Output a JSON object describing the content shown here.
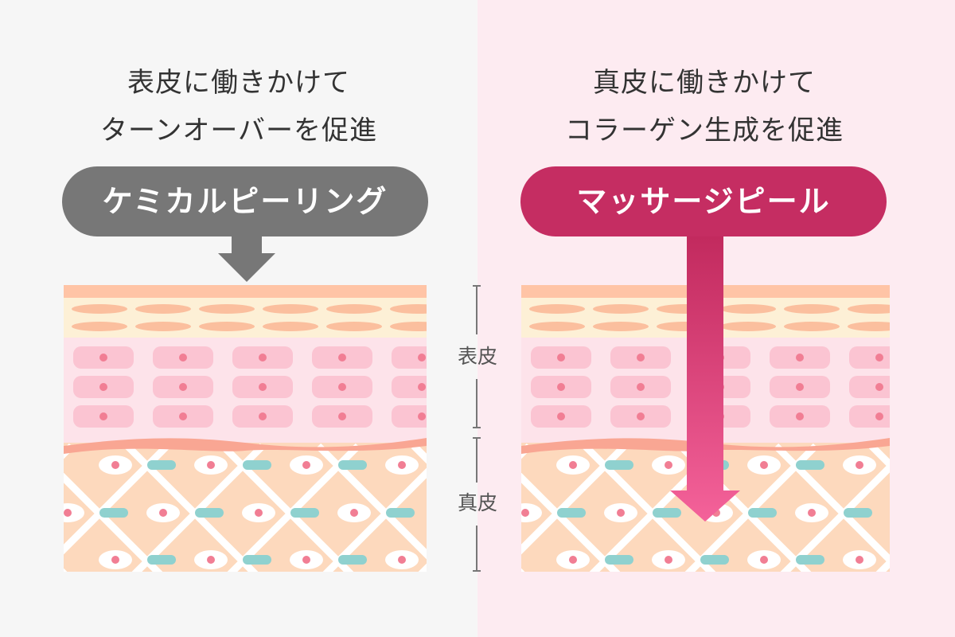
{
  "left": {
    "caption_line1": "表皮に働きかけて",
    "caption_line2": "ターンオーバーを促進",
    "method_label": "ケミカルピーリング",
    "method_color": "#777777"
  },
  "right": {
    "caption_line1": "真皮に働きかけて",
    "caption_line2": "コラーゲン生成を促進",
    "method_label": "マッサージピール",
    "method_color": "#c52d62"
  },
  "scale": {
    "epidermis_label": "表皮",
    "dermis_label": "真皮"
  },
  "colors": {
    "left_bg": "#f6f6f6",
    "right_bg": "#fdebf1",
    "skin_top": "#ffc4a6",
    "cream_layer": "#fdf0d6",
    "flat_cell": "#fbbf9e",
    "pink_layer": "#fde3ea",
    "pink_cell": "#fbc4d2",
    "nucleus": "#f17e94",
    "basement": "#f9a693",
    "dermis": "#fdd9bd",
    "fiber": "#ffffff",
    "connector": "#8fd1cf",
    "arrow_top": "#c22a5e",
    "arrow_bottom": "#f4629a"
  }
}
